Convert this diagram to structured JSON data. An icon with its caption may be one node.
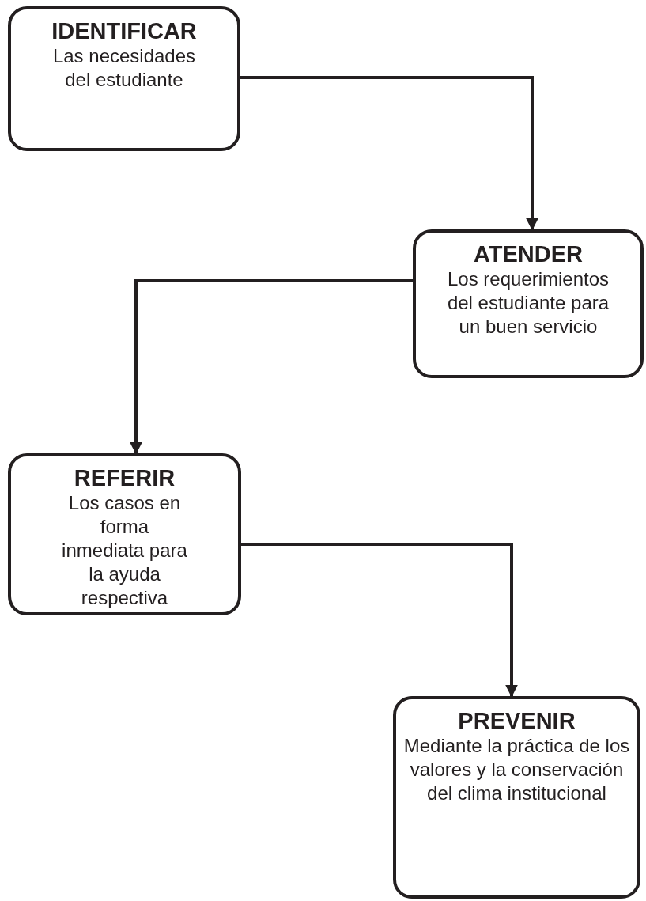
{
  "diagram": {
    "nodes": [
      {
        "text": [
          "IDENTIFICAR",
          "Las necesidades del estudiante"
        ]
      },
      {
        "text": [
          "ATENDER",
          "Los requerimientos del estudiante para un buen servicio"
        ]
      },
      {
        "text": [
          "REFERIR",
          "Los casos en forma inmediata para la ayuda respectiva"
        ]
      },
      {
        "text": [
          "PREVENIR",
          "Mediante la práctica de los valores y la conservación del clima institucional"
        ]
      }
    ],
    "edges": [
      {
        "from": 0,
        "to": 1,
        "arrow": "to"
      },
      {
        "from": 1,
        "to": 2,
        "arrow": "to"
      },
      {
        "from": 2,
        "to": 3,
        "arrow": "to"
      }
    ]
  }
}
